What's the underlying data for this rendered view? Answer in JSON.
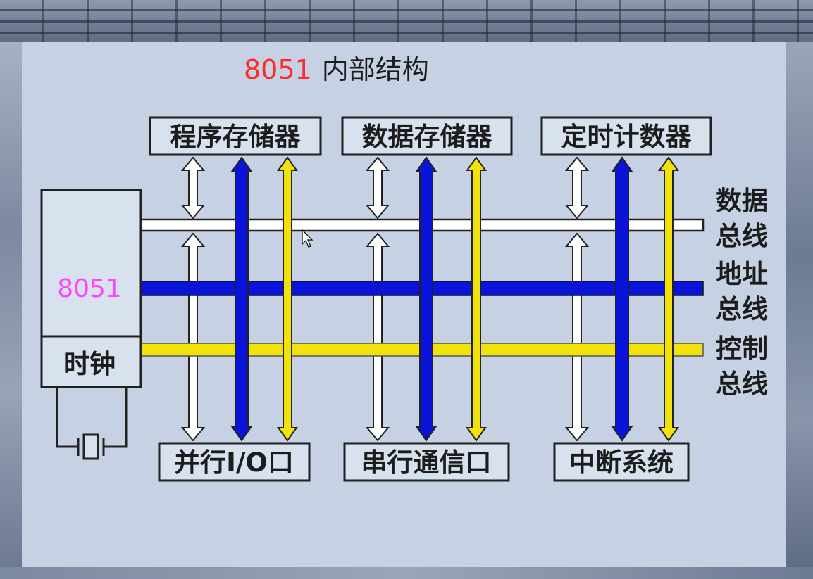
{
  "title": {
    "prefix": "8051",
    "text": "内部结构"
  },
  "top_modules": [
    "程序存储器",
    "数据存储器",
    "定时计数器"
  ],
  "bottom_modules": [
    "并行I/O口",
    "串行通信口",
    "中断系统"
  ],
  "cpu": {
    "label": "8051",
    "clock": "时钟"
  },
  "bus_labels": [
    {
      "line1": "数据",
      "line2": "总线"
    },
    {
      "line1": "地址",
      "line2": "总线"
    },
    {
      "line1": "控制",
      "line2": "总线"
    }
  ],
  "colors": {
    "address_bus": "#0a14d8",
    "control_bus": "#f2e20c",
    "data_bus": "#ffffff",
    "title_prefix": "#ff2a2a",
    "cpu_label": "#ff44ff",
    "panel": "#c6d1e3"
  }
}
